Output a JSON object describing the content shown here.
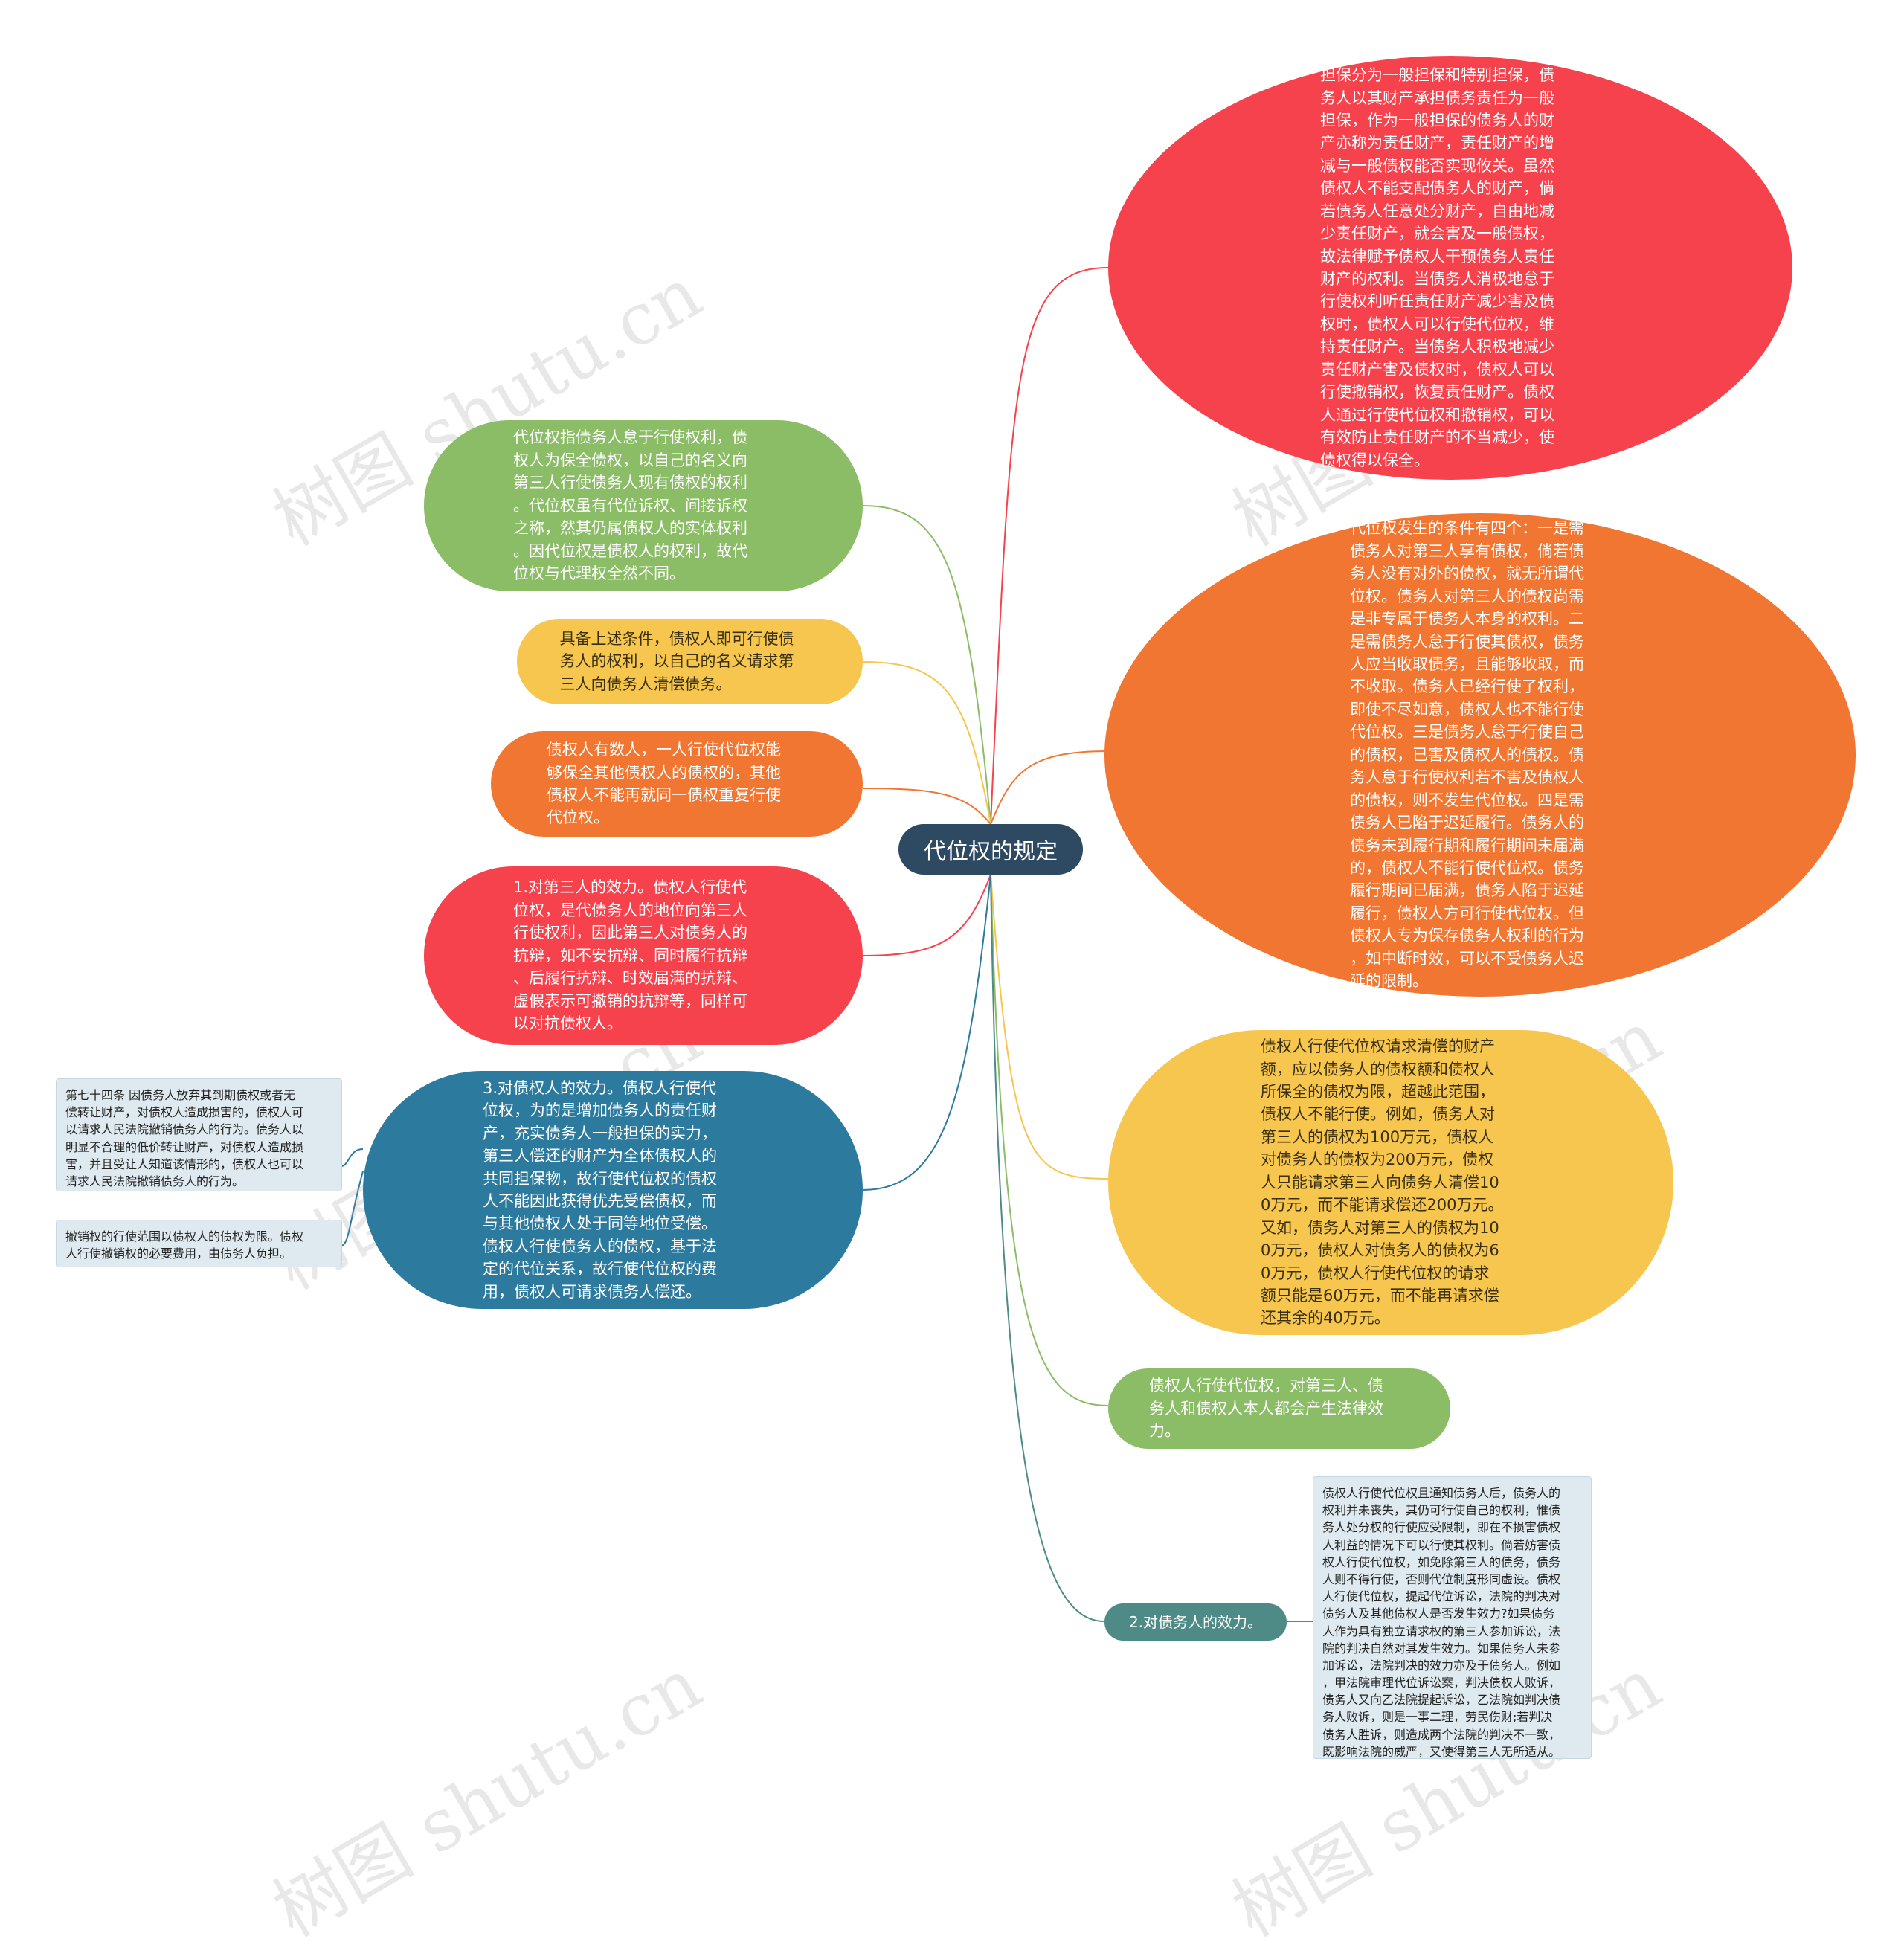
{
  "root": {
    "label": "代位权的规定"
  },
  "right_nodes": [
    {
      "text": "担保分为一般担保和特别担保，债\n务人以其财产承担债务责任为一般\n担保，作为一般担保的债务人的财\n产亦称为责任财产，责任财产的增\n减与一般债权能否实现攸关。虽然\n债权人不能支配债务人的财产，倘\n若债务人任意处分财产，自由地减\n少责任财产，就会害及一般债权，\n故法律赋予债权人干预债务人责任\n财产的权利。当债务人消极地怠于\n行使权利听任责任财产减少害及债\n权时，债权人可以行使代位权，维\n持责任财产。当债务人积极地减少\n责任财产害及债权时，债权人可以\n行使撤销权，恢复责任财产。债权\n人通过行使代位权和撤销权，可以\n有效防止责任财产的不当减少，使\n债权得以保全。"
    },
    {
      "text": "代位权发生的条件有四个：一是需\n债务人对第三人享有债权，倘若债\n务人没有对外的债权，就无所谓代\n位权。债务人对第三人的债权尚需\n是非专属于债务人本身的权利。二\n是需债务人怠于行使其债权，债务\n人应当收取债务，且能够收取，而\n不收取。债务人已经行使了权利，\n即使不尽如意，债权人也不能行使\n代位权。三是债务人怠于行使自己\n的债权，已害及债权人的债权。债\n务人怠于行使权利若不害及债权人\n的债权，则不发生代位权。四是需\n债务人已陷于迟延履行。债务人的\n债务未到履行期和履行期间未届满\n的，债权人不能行使代位权。债务\n履行期间已届满，债务人陷于迟延\n履行，债权人方可行使代位权。但\n债权人专为保存债务人权利的行为\n，如中断时效，可以不受债务人迟\n延的限制。"
    },
    {
      "text": "债权人行使代位权请求清偿的财产\n额，应以债务人的债权额和债权人\n所保全的债权为限，超越此范围，\n债权人不能行使。例如，债务人对\n第三人的债权为100万元，债权人\n对债务人的债权为200万元，债权\n人只能请求第三人向债务人清偿10\n0万元，而不能请求偿还200万元。\n又如，债务人对第三人的债权为10\n0万元，债权人对债务人的债权为6\n0万元，债权人行使代位权的请求\n额只能是60万元，而不能再请求偿\n还其余的40万元。"
    },
    {
      "text": "债权人行使代位权，对第三人、债\n务人和债权人本人都会产生法律效\n力。"
    },
    {
      "text": "2.对债务人的效力。"
    }
  ],
  "right_note": {
    "text": "债权人行使代位权且通知债务人后，债务人的\n权利并未丧失，其仍可行使自己的权利，惟债\n务人处分权的行使应受限制，即在不损害债权\n人利益的情况下可以行使其权利。倘若妨害债\n权人行使代位权，如免除第三人的债务，债务\n人则不得行使，否则代位制度形同虚设。债权\n人行使代位权，提起代位诉讼，法院的判决对\n债务人及其他债权人是否发生效力?如果债务\n人作为具有独立请求权的第三人参加诉讼，法\n院的判决自然对其发生效力。如果债务人未参\n加诉讼，法院判决的效力亦及于债务人。例如\n，甲法院审理代位诉讼案，判决债权人败诉，\n债务人又向乙法院提起诉讼，乙法院如判决债\n务人败诉，则是一事二理，劳民伤财;若判决\n债务人胜诉，则造成两个法院的判决不一致，\n既影响法院的威严，又使得第三人无所适从。"
  },
  "left_nodes": [
    {
      "text": "代位权指债务人怠于行使权利，债\n权人为保全债权，以自己的名义向\n第三人行使债务人现有债权的权利\n。代位权虽有代位诉权、间接诉权\n之称，然其仍属债权人的实体权利\n。因代位权是债权人的权利，故代\n位权与代理权全然不同。"
    },
    {
      "text": "具备上述条件，债权人即可行使债\n务人的权利，以自己的名义请求第\n三人向债务人清偿债务。"
    },
    {
      "text": "债权人有数人，一人行使代位权能\n够保全其他债权人的债权的，其他\n债权人不能再就同一债权重复行使\n代位权。"
    },
    {
      "text": "1.对第三人的效力。债权人行使代\n位权，是代债务人的地位向第三人\n行使权利，因此第三人对债务人的\n抗辩，如不安抗辩、同时履行抗辩\n、后履行抗辩、时效届满的抗辩、\n虚假表示可撤销的抗辩等，同样可\n以对抗债权人。"
    },
    {
      "text": "3.对债权人的效力。债权人行使代\n位权，为的是增加债务人的责任财\n产，充实债务人一般担保的实力，\n第三人偿还的财产为全体债权人的\n共同担保物，故行使代位权的债权\n人不能因此获得优先受偿债权，而\n与其他债权人处于同等地位受偿。\n债权人行使债务人的债权，基于法\n定的代位关系，故行使代位权的费\n用，债权人可请求债务人偿还。"
    }
  ],
  "left_notes": [
    {
      "text": "第七十四条 因债务人放弃其到期债权或者无\n偿转让财产，对债权人造成损害的，债权人可\n以请求人民法院撤销债务人的行为。债务人以\n明显不合理的低价转让财产，对债权人造成损\n害，并且受让人知道该情形的，债权人也可以\n请求人民法院撤销债务人的行为。"
    },
    {
      "text": "撤销权的行使范围以债权人的债权为限。债权\n人行使撤销权的必要费用，由债务人负担。"
    }
  ],
  "watermark": "树图 shutu.cn",
  "colors": {
    "red": "#f5424c",
    "orange": "#f07631",
    "yellow": "#f6c64e",
    "green": "#8bbd67",
    "blue": "#2c7a9e",
    "teal": "#4e8b86",
    "root": "#2e4a63"
  }
}
